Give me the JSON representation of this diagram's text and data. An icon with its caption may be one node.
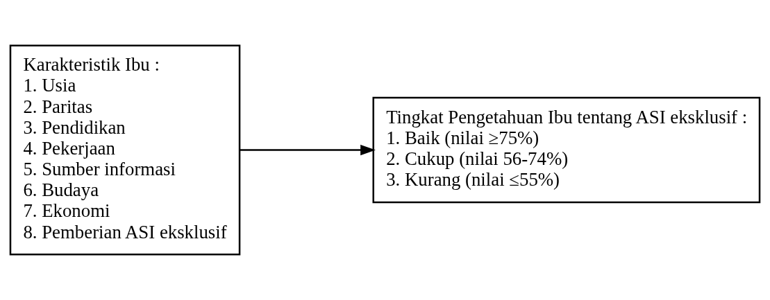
{
  "diagram": {
    "nodes": [
      {
        "text": [
          "Karakteristik Ibu :",
          "1. Usia",
          "2. Paritas",
          "3. Pendidikan",
          "4. Pekerjaan",
          "5. Sumber informasi",
          "6. Budaya",
          "7. Ekonomi",
          "8. Pemberian ASI eksklusif"
        ]
      },
      {
        "text": [
          "Tingkat Pengetahuan Ibu tentang ASI eksklusif :",
          "1. Baik (nilai ≥75%)",
          "2. Cukup (nilai 56-74%)",
          "3. Kurang (nilai ≤55%)"
        ]
      }
    ],
    "edges": [
      {
        "from": 0,
        "to": 1,
        "arrow": "to"
      }
    ]
  }
}
